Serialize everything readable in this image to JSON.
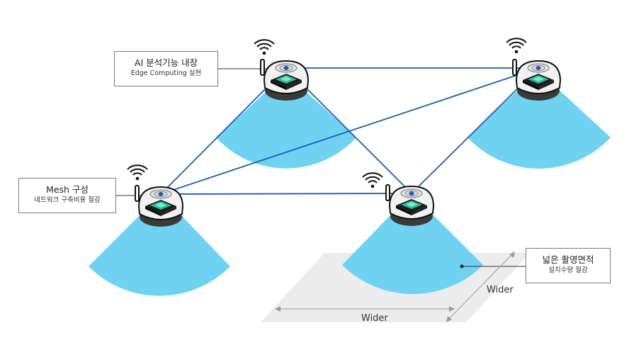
{
  "colors": {
    "coverage": "#6fd2f0",
    "mesh_line": "#1e5bb8",
    "floor": "#ededed",
    "arrow": "#9a9a9a"
  },
  "callouts": {
    "ai": {
      "title": "AI 분석기능 내장",
      "subtitle": "Edge Computing 실현"
    },
    "mesh": {
      "title": "Mesh 구성",
      "subtitle": "네트워크 구축비용 절감"
    },
    "area": {
      "title": "넓은 촬영면적",
      "subtitle": "설치수량 절감"
    }
  },
  "floor_labels": {
    "wider_horizontal": "Wider",
    "wider_diagonal": "Wider"
  },
  "icons": {
    "camera": "ptz-camera-icon",
    "wifi": "wifi-signal-icon",
    "chip": "ai-chip-icon"
  }
}
